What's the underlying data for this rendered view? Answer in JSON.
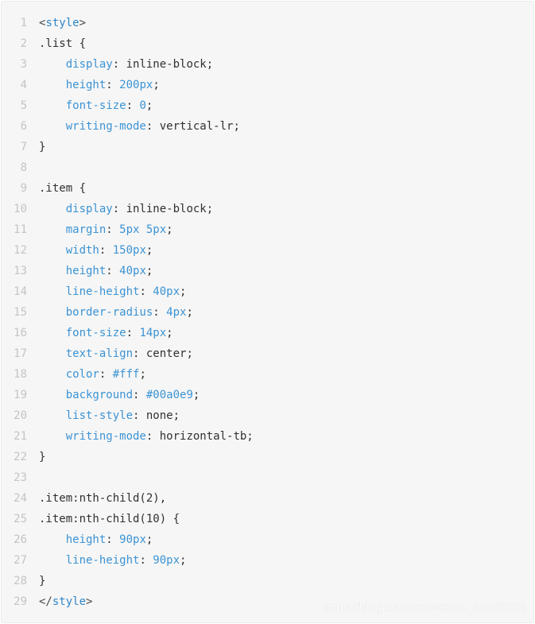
{
  "code": {
    "line_numbers": [
      "1",
      "2",
      "3",
      "4",
      "5",
      "6",
      "7",
      "8",
      "9",
      "10",
      "11",
      "12",
      "13",
      "14",
      "15",
      "16",
      "17",
      "18",
      "19",
      "20",
      "21",
      "22",
      "23",
      "24",
      "25",
      "26",
      "27",
      "28",
      "29"
    ],
    "lines": [
      [
        {
          "t": "<",
          "c": "tag"
        },
        {
          "t": "style",
          "c": "tagname"
        },
        {
          "t": ">",
          "c": "tag"
        }
      ],
      [
        {
          "t": ".list {",
          "c": "sel"
        }
      ],
      [
        {
          "t": "    ",
          "c": "val"
        },
        {
          "t": "display",
          "c": "prop"
        },
        {
          "t": ": inline-block;",
          "c": "val"
        }
      ],
      [
        {
          "t": "    ",
          "c": "val"
        },
        {
          "t": "height",
          "c": "prop"
        },
        {
          "t": ": ",
          "c": "val"
        },
        {
          "t": "200px",
          "c": "num"
        },
        {
          "t": ";",
          "c": "val"
        }
      ],
      [
        {
          "t": "    ",
          "c": "val"
        },
        {
          "t": "font-size",
          "c": "prop"
        },
        {
          "t": ": ",
          "c": "val"
        },
        {
          "t": "0",
          "c": "num"
        },
        {
          "t": ";",
          "c": "val"
        }
      ],
      [
        {
          "t": "    ",
          "c": "val"
        },
        {
          "t": "writing-mode",
          "c": "prop"
        },
        {
          "t": ": vertical-lr;",
          "c": "val"
        }
      ],
      [
        {
          "t": "}",
          "c": "sel"
        }
      ],
      [
        {
          "t": "",
          "c": "val"
        }
      ],
      [
        {
          "t": ".item {",
          "c": "sel"
        }
      ],
      [
        {
          "t": "    ",
          "c": "val"
        },
        {
          "t": "display",
          "c": "prop"
        },
        {
          "t": ": inline-block;",
          "c": "val"
        }
      ],
      [
        {
          "t": "    ",
          "c": "val"
        },
        {
          "t": "margin",
          "c": "prop"
        },
        {
          "t": ": ",
          "c": "val"
        },
        {
          "t": "5px 5px",
          "c": "num"
        },
        {
          "t": ";",
          "c": "val"
        }
      ],
      [
        {
          "t": "    ",
          "c": "val"
        },
        {
          "t": "width",
          "c": "prop"
        },
        {
          "t": ": ",
          "c": "val"
        },
        {
          "t": "150px",
          "c": "num"
        },
        {
          "t": ";",
          "c": "val"
        }
      ],
      [
        {
          "t": "    ",
          "c": "val"
        },
        {
          "t": "height",
          "c": "prop"
        },
        {
          "t": ": ",
          "c": "val"
        },
        {
          "t": "40px",
          "c": "num"
        },
        {
          "t": ";",
          "c": "val"
        }
      ],
      [
        {
          "t": "    ",
          "c": "val"
        },
        {
          "t": "line-height",
          "c": "prop"
        },
        {
          "t": ": ",
          "c": "val"
        },
        {
          "t": "40px",
          "c": "num"
        },
        {
          "t": ";",
          "c": "val"
        }
      ],
      [
        {
          "t": "    ",
          "c": "val"
        },
        {
          "t": "border-radius",
          "c": "prop"
        },
        {
          "t": ": ",
          "c": "val"
        },
        {
          "t": "4px",
          "c": "num"
        },
        {
          "t": ";",
          "c": "val"
        }
      ],
      [
        {
          "t": "    ",
          "c": "val"
        },
        {
          "t": "font-size",
          "c": "prop"
        },
        {
          "t": ": ",
          "c": "val"
        },
        {
          "t": "14px",
          "c": "num"
        },
        {
          "t": ";",
          "c": "val"
        }
      ],
      [
        {
          "t": "    ",
          "c": "val"
        },
        {
          "t": "text-align",
          "c": "prop"
        },
        {
          "t": ": center;",
          "c": "val"
        }
      ],
      [
        {
          "t": "    ",
          "c": "val"
        },
        {
          "t": "color",
          "c": "prop"
        },
        {
          "t": ": ",
          "c": "val"
        },
        {
          "t": "#fff",
          "c": "hex"
        },
        {
          "t": ";",
          "c": "val"
        }
      ],
      [
        {
          "t": "    ",
          "c": "val"
        },
        {
          "t": "background",
          "c": "prop"
        },
        {
          "t": ": ",
          "c": "val"
        },
        {
          "t": "#00a0e9",
          "c": "hex"
        },
        {
          "t": ";",
          "c": "val"
        }
      ],
      [
        {
          "t": "    ",
          "c": "val"
        },
        {
          "t": "list-style",
          "c": "prop"
        },
        {
          "t": ": none;",
          "c": "val"
        }
      ],
      [
        {
          "t": "    ",
          "c": "val"
        },
        {
          "t": "writing-mode",
          "c": "prop"
        },
        {
          "t": ": horizontal-tb;",
          "c": "val"
        }
      ],
      [
        {
          "t": "}",
          "c": "sel"
        }
      ],
      [
        {
          "t": "",
          "c": "val"
        }
      ],
      [
        {
          "t": ".item:nth-child(2),",
          "c": "sel"
        }
      ],
      [
        {
          "t": ".item:nth-child(10) {",
          "c": "sel"
        }
      ],
      [
        {
          "t": "    ",
          "c": "val"
        },
        {
          "t": "height",
          "c": "prop"
        },
        {
          "t": ": ",
          "c": "val"
        },
        {
          "t": "90px",
          "c": "num"
        },
        {
          "t": ";",
          "c": "val"
        }
      ],
      [
        {
          "t": "    ",
          "c": "val"
        },
        {
          "t": "line-height",
          "c": "prop"
        },
        {
          "t": ": ",
          "c": "val"
        },
        {
          "t": "90px",
          "c": "num"
        },
        {
          "t": ";",
          "c": "val"
        }
      ],
      [
        {
          "t": "}",
          "c": "sel"
        }
      ],
      [
        {
          "t": "</",
          "c": "tag"
        },
        {
          "t": "style",
          "c": "tagname"
        },
        {
          "t": ">",
          "c": "tag"
        }
      ]
    ]
  },
  "watermark": "https://blog.csdn.net/weixin_43460372",
  "colors": {
    "background": "#f6f6f6",
    "property": "#3b93d4",
    "text": "#303030",
    "line_number": "#c4c4c4"
  }
}
